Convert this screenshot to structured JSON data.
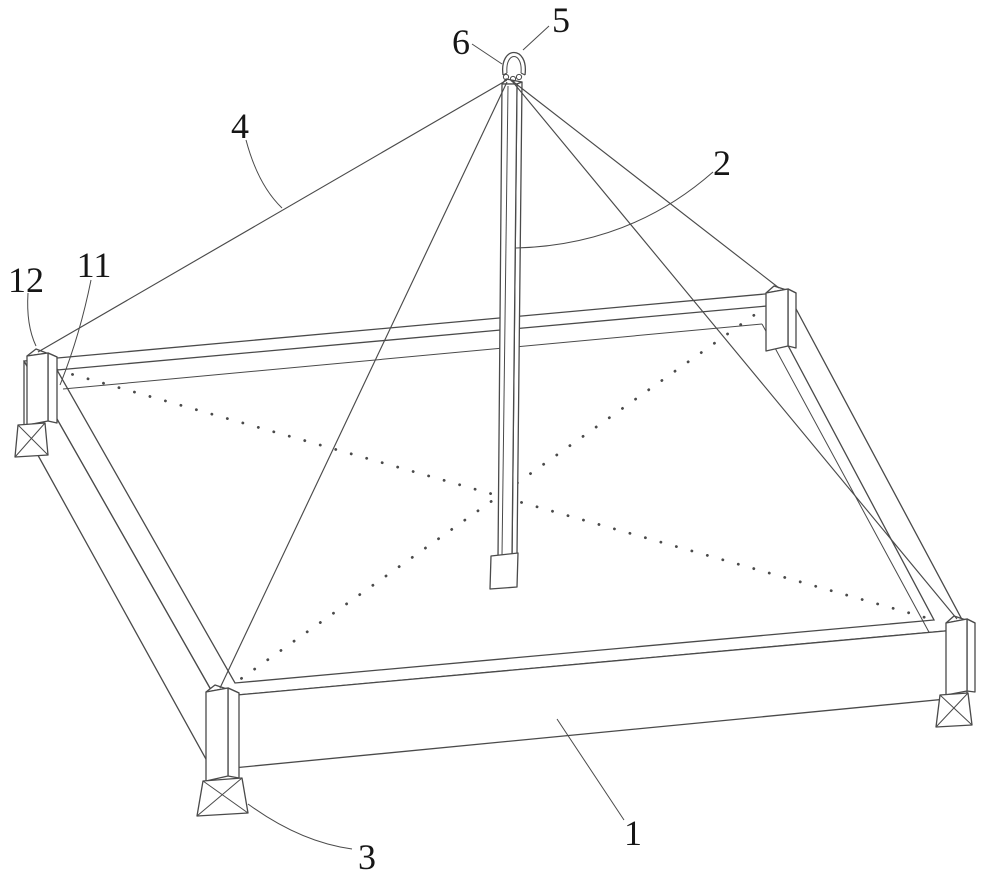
{
  "colors": {
    "line": "#4a4a4a",
    "label": "#161616",
    "background": "#ffffff"
  },
  "labels": {
    "part1": "1",
    "part2": "2",
    "part3": "3",
    "part4": "4",
    "part5": "5",
    "part6": "6",
    "part11": "11",
    "part12": "12"
  }
}
